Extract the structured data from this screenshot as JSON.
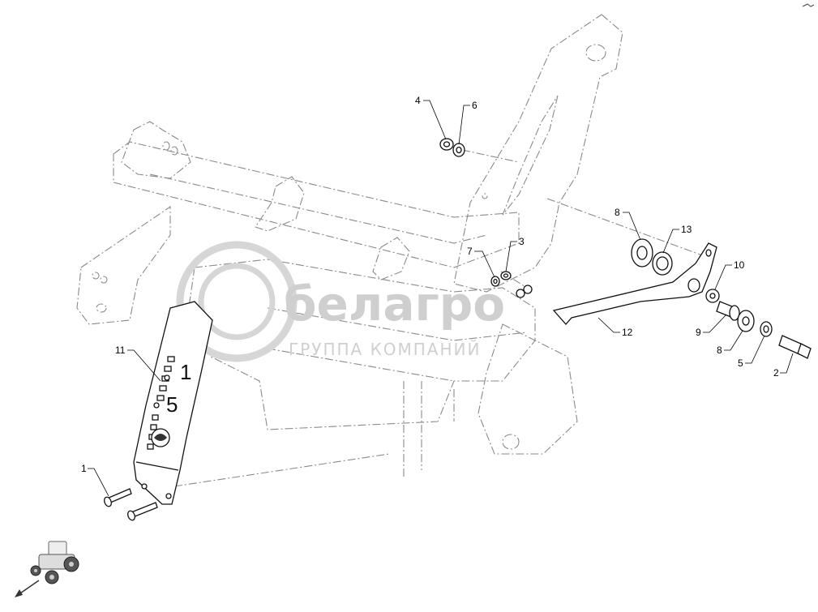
{
  "watermark": {
    "brand": "белагро",
    "tagline": "ГРУППА КОМПАНИЙ"
  },
  "plate_markings": {
    "top": "1",
    "bottom": "5"
  },
  "callouts": [
    {
      "id": "c1",
      "label": "1"
    },
    {
      "id": "c2",
      "label": "2"
    },
    {
      "id": "c3",
      "label": "3"
    },
    {
      "id": "c4",
      "label": "4"
    },
    {
      "id": "c5",
      "label": "5"
    },
    {
      "id": "c6",
      "label": "6"
    },
    {
      "id": "c7",
      "label": "7"
    },
    {
      "id": "c8a",
      "label": "8"
    },
    {
      "id": "c8b",
      "label": "8"
    },
    {
      "id": "c9",
      "label": "9"
    },
    {
      "id": "c10",
      "label": "10"
    },
    {
      "id": "c11",
      "label": "11"
    },
    {
      "id": "c12",
      "label": "12"
    },
    {
      "id": "c13",
      "label": "13"
    }
  ],
  "colors": {
    "ghost_line": "#8a8a8a",
    "part_line": "#111111",
    "watermark": "#cfcfcf"
  },
  "icons": [
    "tractor-orientation-icon",
    "direction-arrow-icon"
  ]
}
